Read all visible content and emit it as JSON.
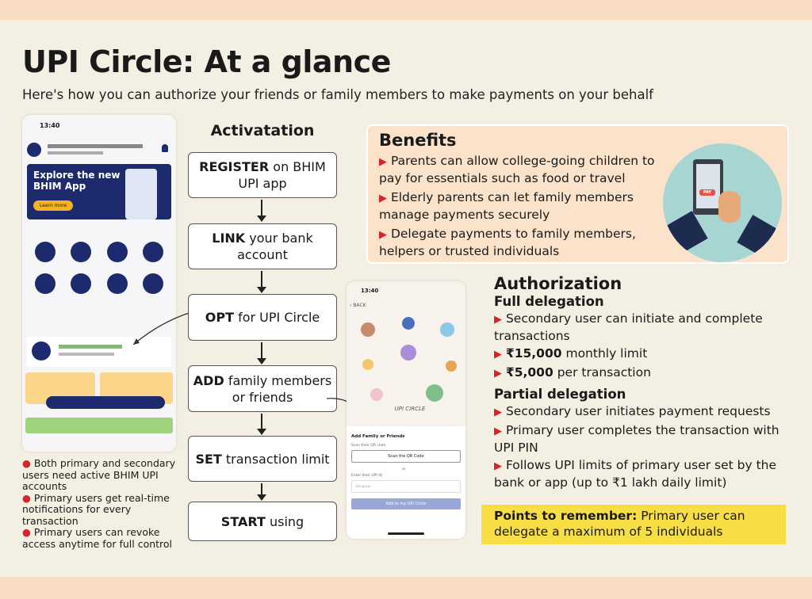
{
  "title": "UPI Circle: At a glance",
  "subtitle": "Here's how you can authorize your friends or family members to make payments on your behalf",
  "colors": {
    "band": "#f7dcc2",
    "background": "#f4efe3",
    "accent_red": "#d8232a",
    "navy": "#1d2b6e",
    "highlight_yellow": "#f8de45",
    "benefits_bg": "#fbe3cb"
  },
  "left_phone": {
    "time": "13:40",
    "banner": "Explore the new BHIM App",
    "banner_button": "Learn more"
  },
  "flow": {
    "heading": "Activatation",
    "steps": [
      {
        "bold": "REGISTER",
        "rest": " on BHIM UPI app"
      },
      {
        "bold": "LINK",
        "rest": " your bank account"
      },
      {
        "bold": "OPT",
        "rest": " for UPI Circle"
      },
      {
        "bold": "ADD",
        "rest": " family members or friends"
      },
      {
        "bold": "SET",
        "rest": " transaction limit"
      },
      {
        "bold": "START",
        "rest": " using"
      }
    ]
  },
  "right_phone": {
    "time": "13:40",
    "back": "BACK",
    "logo": "UPI CIRCLE",
    "section": "Add Family or Friends",
    "scan_label": "Scan their QR code",
    "scan_button": "Scan the QR Code",
    "or": "or",
    "upi_label": "Enter their UPI ID",
    "upi_placeholder": "abc@upi",
    "add_button": "Add to my UPI Circle"
  },
  "benefits": {
    "heading": "Benefits",
    "items": [
      "Parents can allow college-going children to pay for essentials such as food or travel",
      "Elderly parents can let family members manage payments securely",
      "Delegate payments to family members, helpers or trusted individuals"
    ],
    "illustration_text": "PAY"
  },
  "authorization": {
    "heading": "Authorization",
    "full": {
      "heading": "Full delegation",
      "items": [
        {
          "bold": "",
          "rest": "Secondary user can initiate and complete transactions"
        },
        {
          "bold": "₹15,000",
          "rest": " monthly limit"
        },
        {
          "bold": "₹5,000",
          "rest": " per transaction"
        }
      ]
    },
    "partial": {
      "heading": "Partial delegation",
      "items": [
        "Secondary user initiates payment requests",
        "Primary user completes the transaction with UPI PIN",
        "Follows UPI limits of primary user set by the bank or app (up to ₹1 lakh daily limit)"
      ]
    }
  },
  "points": {
    "label": "Points to remember:",
    "text": " Primary user can delegate a maximum of 5 individuals"
  },
  "notes": [
    "Both primary and secondary users need active BHIM UPI accounts",
    "Primary users get real-time notifications for every transaction",
    "Primary users can revoke access anytime for full control"
  ]
}
